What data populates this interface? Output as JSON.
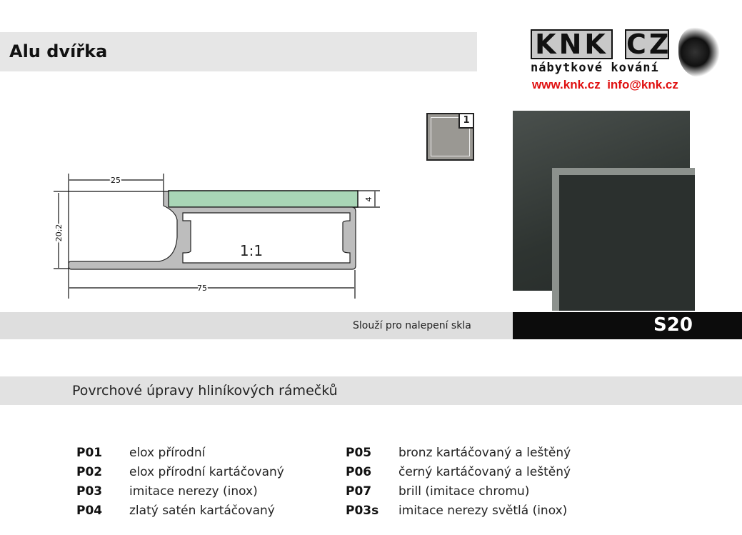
{
  "header": {
    "title": "Alu dvířka"
  },
  "logo": {
    "brand": "KNK CZ",
    "subtitle": "nábytkové kování",
    "web": "www.knk.cz",
    "email": "info@knk.cz"
  },
  "swatch": {
    "number": "1"
  },
  "diagram": {
    "dim_top": "25",
    "dim_height": "20,2",
    "dim_glass": "4",
    "dim_width": "75",
    "scale": "1:1"
  },
  "product": {
    "caption": "Slouží pro nalepení skla",
    "code": "S20"
  },
  "finishes": {
    "title": "Povrchové úpravy hliníkových rámečků",
    "items": [
      {
        "code": "P01",
        "name": "elox přírodní"
      },
      {
        "code": "P02",
        "name": "elox přírodní kartáčovaný"
      },
      {
        "code": "P03",
        "name": "imitace nerezy (inox)"
      },
      {
        "code": "P04",
        "name": "zlatý satén kartáčovaný"
      },
      {
        "code": "P05",
        "name": "bronz kartáčovaný a leštěný"
      },
      {
        "code": "P06",
        "name": "černý kartáčovaný a leštěný"
      },
      {
        "code": "P07",
        "name": "brill (imitace chromu)"
      },
      {
        "code": "P03s",
        "name": "imitace nerezy světlá (inox)"
      }
    ]
  }
}
